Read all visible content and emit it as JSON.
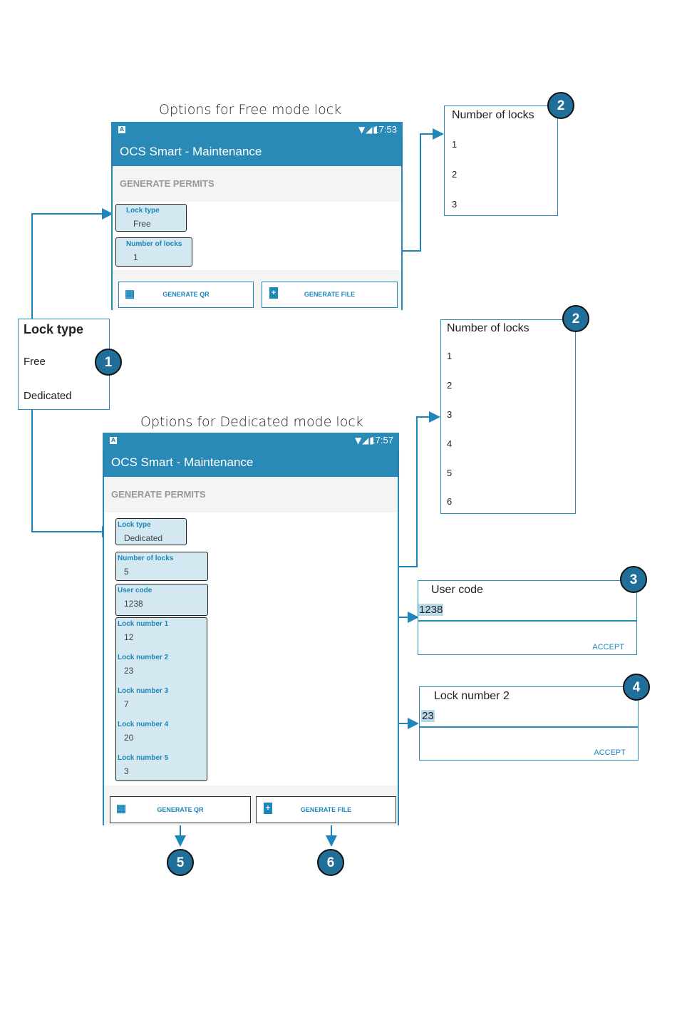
{
  "captions": {
    "free": "Options for Free mode lock",
    "dedicated": "Options for Dedicated mode lock"
  },
  "free_screen": {
    "status_time": "17:53",
    "app_title": "OCS Smart - Maintenance",
    "section": "GENERATE PERMITS",
    "fields": [
      {
        "label": "Lock type",
        "value": "Free"
      },
      {
        "label": "Number of locks",
        "value": "1"
      }
    ],
    "buttons": {
      "qr": "GENERATE QR",
      "file": "GENERATE FILE"
    }
  },
  "dedicated_screen": {
    "status_time": "17:57",
    "app_title": "OCS Smart - Maintenance",
    "section": "GENERATE PERMITS",
    "fields": [
      {
        "label": "Lock type",
        "value": "Dedicated"
      },
      {
        "label": "Number of locks",
        "value": "5"
      },
      {
        "label": "User code",
        "value": "1238"
      }
    ],
    "lock_numbers": [
      {
        "label": "Lock number 1",
        "value": "12"
      },
      {
        "label": "Lock number 2",
        "value": "23"
      },
      {
        "label": "Lock number 3",
        "value": "7"
      },
      {
        "label": "Lock number 4",
        "value": "20"
      },
      {
        "label": "Lock number 5",
        "value": "3"
      }
    ],
    "buttons": {
      "qr": "GENERATE QR",
      "file": "GENERATE FILE"
    }
  },
  "lock_type_list": {
    "title": "Lock type",
    "items": [
      "Free",
      "Dedicated"
    ]
  },
  "locks_list_free": {
    "title": "Number of locks",
    "items": [
      "1",
      "2",
      "3"
    ]
  },
  "locks_list_dedicated": {
    "title": "Number of locks",
    "items": [
      "1",
      "2",
      "3",
      "4",
      "5",
      "6"
    ]
  },
  "user_code_dialog": {
    "title": "User code",
    "value": "1238",
    "accept": "ACCEPT"
  },
  "lock_number_dialog": {
    "title": "Lock number 2",
    "value": "23",
    "accept": "ACCEPT"
  },
  "badges": [
    "1",
    "2",
    "2",
    "3",
    "4",
    "5",
    "6"
  ],
  "colors": {
    "accent": "#2a8ab7",
    "badge": "#1f6f9a",
    "field_bg": "#d3e8f1"
  }
}
